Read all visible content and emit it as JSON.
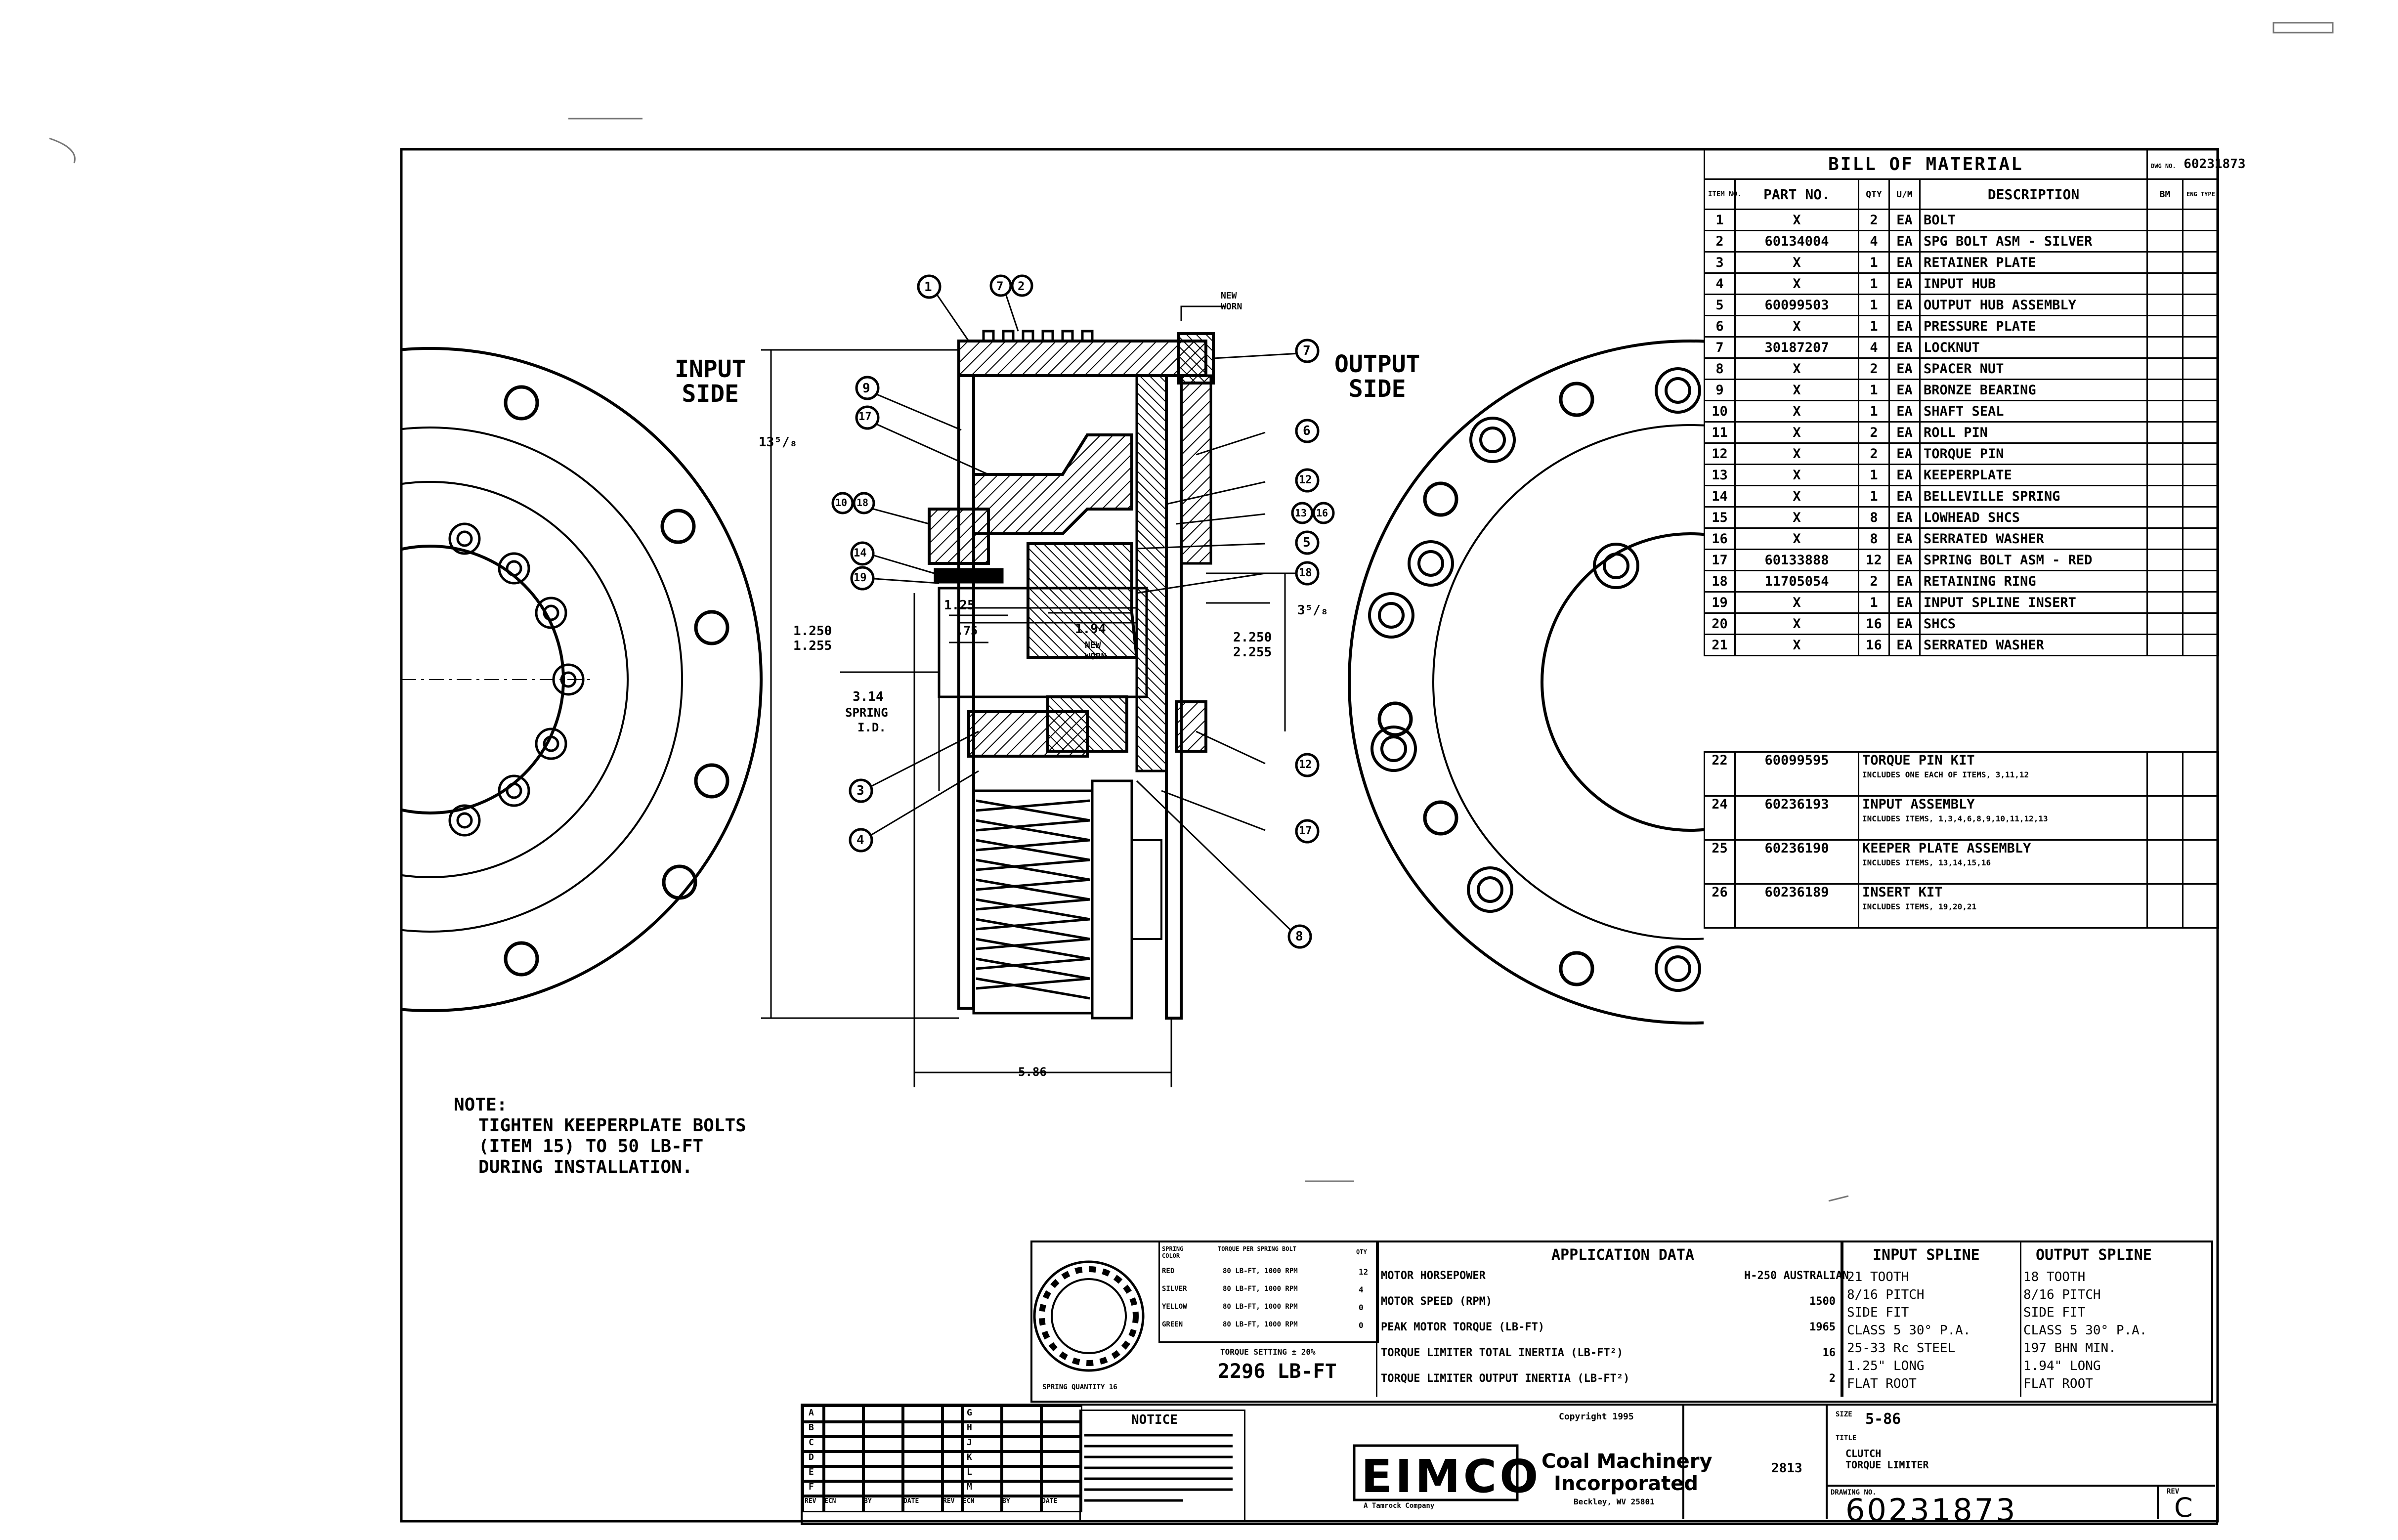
{
  "input_side": [
    "INPUT",
    "SIDE"
  ],
  "output_side": [
    "OUTPUT",
    "SIDE"
  ],
  "dimensions": {
    "overall_height": "13⁵/₈",
    "d_1_25": "1.25",
    "d_75": ".75",
    "d_1_250": "1.250",
    "d_1_255": "1.255",
    "d_3_14": "3.14",
    "spring_id": "SPRING",
    "spring_id2": "I.D.",
    "d_1_94": "1.94",
    "d_2_250": "2.250",
    "d_2_255": "2.255",
    "d_3_16": "3⁵/₈",
    "d_5_86": "5.86",
    "new_worn": "NEW",
    "new_worn2": "WORN"
  },
  "balloons": [
    "1",
    "7",
    "2",
    "9",
    "17",
    "10",
    "18",
    "14",
    "19",
    "3",
    "4",
    "7",
    "6",
    "12",
    "13",
    "16",
    "5",
    "18",
    "12",
    "17",
    "8"
  ],
  "note": {
    "heading": "NOTE:",
    "lines": [
      "TIGHTEN KEEPERPLATE BOLTS",
      "(ITEM 15) TO 50 LB-FT",
      "DURING INSTALLATION."
    ]
  },
  "bom": {
    "title": "BILL OF MATERIAL",
    "dwg_no_label": "DWG NO.",
    "dwg_no": "60231873",
    "headers": [
      "ITEM NO.",
      "PART NO.",
      "QTY",
      "U/M",
      "DESCRIPTION",
      "BM",
      "ENG TYPE"
    ],
    "rows": [
      [
        "1",
        "X",
        "2",
        "EA",
        "BOLT"
      ],
      [
        "2",
        "60134004",
        "4",
        "EA",
        "SPG BOLT ASM - SILVER"
      ],
      [
        "3",
        "X",
        "1",
        "EA",
        "RETAINER PLATE"
      ],
      [
        "4",
        "X",
        "1",
        "EA",
        "INPUT HUB"
      ],
      [
        "5",
        "60099503",
        "1",
        "EA",
        "OUTPUT HUB ASSEMBLY"
      ],
      [
        "6",
        "X",
        "1",
        "EA",
        "PRESSURE PLATE"
      ],
      [
        "7",
        "30187207",
        "4",
        "EA",
        "LOCKNUT"
      ],
      [
        "8",
        "X",
        "2",
        "EA",
        "SPACER NUT"
      ],
      [
        "9",
        "X",
        "1",
        "EA",
        "BRONZE BEARING"
      ],
      [
        "10",
        "X",
        "1",
        "EA",
        "SHAFT SEAL"
      ],
      [
        "11",
        "X",
        "2",
        "EA",
        "ROLL PIN"
      ],
      [
        "12",
        "X",
        "2",
        "EA",
        "TORQUE PIN"
      ],
      [
        "13",
        "X",
        "1",
        "EA",
        "KEEPERPLATE"
      ],
      [
        "14",
        "X",
        "1",
        "EA",
        "BELLEVILLE SPRING"
      ],
      [
        "15",
        "X",
        "8",
        "EA",
        "LOWHEAD SHCS"
      ],
      [
        "16",
        "X",
        "8",
        "EA",
        "SERRATED WASHER"
      ],
      [
        "17",
        "60133888",
        "12",
        "EA",
        "SPRING BOLT ASM - RED"
      ],
      [
        "18",
        "11705054",
        "2",
        "EA",
        "RETAINING RING"
      ],
      [
        "19",
        "X",
        "1",
        "EA",
        "INPUT SPLINE INSERT"
      ],
      [
        "20",
        "X",
        "16",
        "EA",
        "SHCS"
      ],
      [
        "21",
        "X",
        "16",
        "EA",
        "SERRATED WASHER"
      ]
    ]
  },
  "kits": [
    {
      "item": "22",
      "part": "60099595",
      "desc": "TORQUE PIN KIT",
      "sub": "INCLUDES ONE EACH OF ITEMS, 3,11,12"
    },
    {
      "item": "24",
      "part": "60236193",
      "desc": "INPUT ASSEMBLY",
      "sub": "INCLUDES ITEMS, 1,3,4,6,8,9,10,11,12,13"
    },
    {
      "item": "25",
      "part": "60236190",
      "desc": "KEEPER PLATE ASSEMBLY",
      "sub": "INCLUDES ITEMS, 13,14,15,16"
    },
    {
      "item": "26",
      "part": "60236189",
      "desc": "INSERT KIT",
      "sub": "INCLUDES ITEMS, 19,20,21"
    }
  ],
  "application": {
    "title": "APPLICATION DATA",
    "spring_color": "SPRING COLOR",
    "torque_per_bolt": "TORQUE PER SPRING BOLT",
    "qty": "QTY",
    "spring_rows": [
      [
        "RED",
        "80 LB-FT, 1000 RPM",
        "12"
      ],
      [
        "SILVER",
        "80 LB-FT, 1000 RPM",
        "4"
      ],
      [
        "YELLOW",
        "80 LB-FT, 1000 RPM",
        "0"
      ],
      [
        "GREEN",
        "80 LB-FT, 1000 RPM",
        "0"
      ]
    ],
    "torque_setting_label": "TORQUE SETTING ± 20%",
    "torque_setting": "2296 LB-FT",
    "spring_quantity": "SPRING QUANTITY 16",
    "rows": [
      [
        "MOTOR HORSEPOWER",
        "H-250 AUSTRALIAN"
      ],
      [
        "MOTOR SPEED (RPM)",
        "1500"
      ],
      [
        "PEAK MOTOR TORQUE (LB-FT)",
        "1965"
      ],
      [
        "TORQUE LIMITER TOTAL INERTIA (LB-FT²)",
        "16"
      ],
      [
        "TORQUE LIMITER OUTPUT INERTIA (LB-FT²)",
        "2"
      ]
    ],
    "input_spline_title": "INPUT SPLINE",
    "input_spline": [
      "21 TOOTH",
      "8/16 PITCH",
      "SIDE FIT",
      "CLASS 5 30° P.A.",
      "25-33 Rc STEEL",
      "1.25\" LONG",
      "FLAT ROOT"
    ],
    "output_spline_title": "OUTPUT SPLINE",
    "output_spline": [
      "18 TOOTH",
      "8/16 PITCH",
      "SIDE FIT",
      "CLASS 5 30° P.A.",
      "197 BHN MIN.",
      "1.94\" LONG",
      "FLAT ROOT"
    ]
  },
  "title_block": {
    "rev_labels": [
      "REV",
      "ECN",
      "BY",
      "DATE",
      "REV",
      "ECN",
      "BY",
      "DATE"
    ],
    "rev_letters": [
      "A",
      "B",
      "C",
      "D",
      "E",
      "F",
      "G",
      "H",
      "J",
      "K",
      "L",
      "M"
    ],
    "notice": "NOTICE",
    "company_logo": "EIMCO",
    "company_tagline": "A Tamrock Company",
    "company_name": [
      "Coal Machinery",
      "Incorporated"
    ],
    "company_city": "Beckley, WV 25801",
    "copyright": "Copyright 1995",
    "size_label": "SIZE",
    "size": "5-86",
    "title_label": "TITLE",
    "title_lines": [
      "CLUTCH",
      "TORQUE LIMITER"
    ],
    "dwg_label": "DRAWING NO.",
    "dwg_no": "60231873",
    "rev_label": "REV",
    "rev": "C",
    "date": "2813"
  }
}
